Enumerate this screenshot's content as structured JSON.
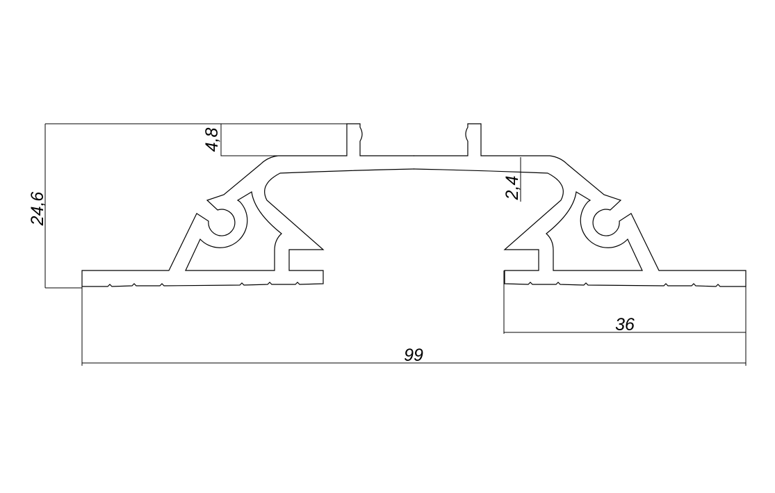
{
  "drawing": {
    "dimensions": {
      "total_height": "24,6",
      "tab_height": "4,8",
      "wall_thickness": "2,4",
      "total_width": "99",
      "base_width": "36"
    },
    "line_color": "#000000",
    "background": "#ffffff"
  }
}
